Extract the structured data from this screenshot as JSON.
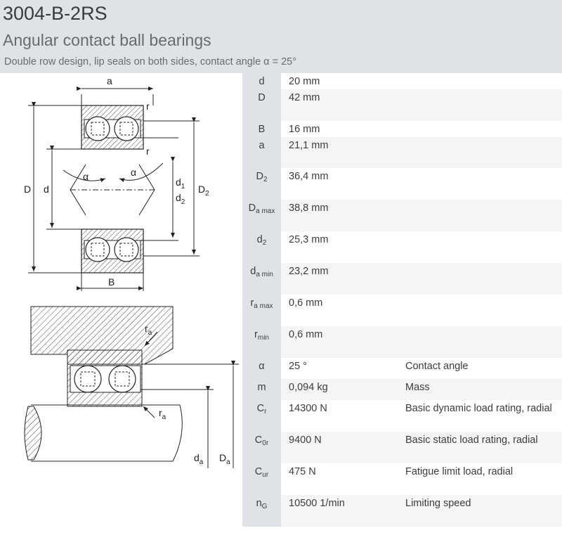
{
  "header": {
    "title": "3004-B-2RS",
    "subtitle": "Angular contact ball bearings",
    "description": "Double row design, lip seals on both sides, contact angle α = 25°"
  },
  "drawing_labels": {
    "a": "a",
    "r_top": "r",
    "r_mid": "r",
    "alpha": "α",
    "D": "D",
    "d": "d",
    "d1": "d",
    "d1_sub": "1",
    "d2": "d",
    "d2_sub": "2",
    "D2": "D",
    "D2_sub": "2",
    "B": "B",
    "ra_top": "r",
    "ra_top_sub": "a",
    "ra_bot": "r",
    "ra_bot_sub": "a",
    "da": "d",
    "da_sub": "a",
    "Da": "D",
    "Da_sub": "a"
  },
  "specs": [
    {
      "sym": "d",
      "sub": "",
      "value": "20  mm",
      "label": ""
    },
    {
      "sym": "D",
      "sub": "",
      "value": "42  mm",
      "label": ""
    },
    {
      "sym": "B",
      "sub": "",
      "value": "16  mm",
      "label": ""
    },
    {
      "sym": "a",
      "sub": "",
      "value": "21,1  mm",
      "label": ""
    },
    {
      "sym": "D",
      "sub": "2",
      "value": "36,4  mm",
      "label": ""
    },
    {
      "sym": "D",
      "sub": "a max",
      "value": "38,8  mm",
      "label": ""
    },
    {
      "sym": "d",
      "sub": "2",
      "value": "25,3  mm",
      "label": ""
    },
    {
      "sym": "d",
      "sub": "a min",
      "value": "23,2  mm",
      "label": ""
    },
    {
      "sym": "r",
      "sub": "a max",
      "value": "0,6  mm",
      "label": ""
    },
    {
      "sym": "r",
      "sub": "min",
      "value": "0,6  mm",
      "label": ""
    },
    {
      "sym": "α",
      "sub": "",
      "value": "25  °",
      "label": "Contact angle"
    },
    {
      "sym": "m",
      "sub": "",
      "value": "0,094  kg",
      "label": "Mass"
    },
    {
      "sym": "C",
      "sub": "r",
      "value": "14300  N",
      "label": "Basic dynamic load rating, radial"
    },
    {
      "sym": "C",
      "sub": "0r",
      "value": "9400  N",
      "label": "Basic static load rating, radial"
    },
    {
      "sym": "C",
      "sub": "ur",
      "value": "475  N",
      "label": "Fatigue limit load, radial"
    },
    {
      "sym": "n",
      "sub": "G",
      "value": "10500  1/min",
      "label": "Limiting speed"
    }
  ]
}
